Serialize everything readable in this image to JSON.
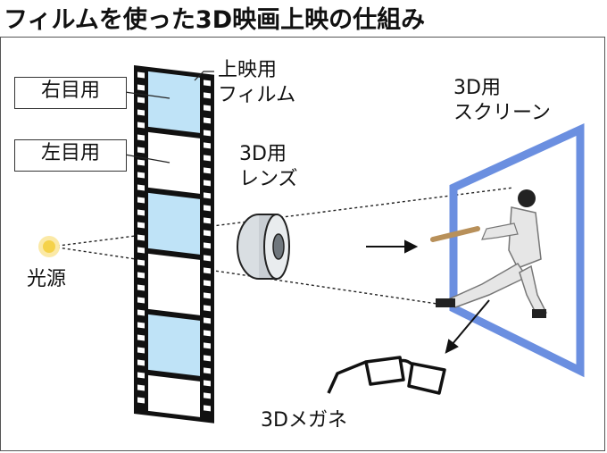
{
  "title": "フィルムを使った3D映画上映の仕組み",
  "labels": {
    "right_eye": "右目用",
    "left_eye": "左目用",
    "film_line1": "上映用",
    "film_line2": "フィルム",
    "lens_line1": "3D用",
    "lens_line2": "レンズ",
    "screen_line1": "3D用",
    "screen_line2": "スクリーン",
    "light_source": "光源",
    "glasses": "3Dメガネ"
  },
  "colors": {
    "film_frame_blue": "#bfe3f7",
    "screen_blue": "#6b8fe0",
    "light_yellow": "#f5d24a"
  }
}
